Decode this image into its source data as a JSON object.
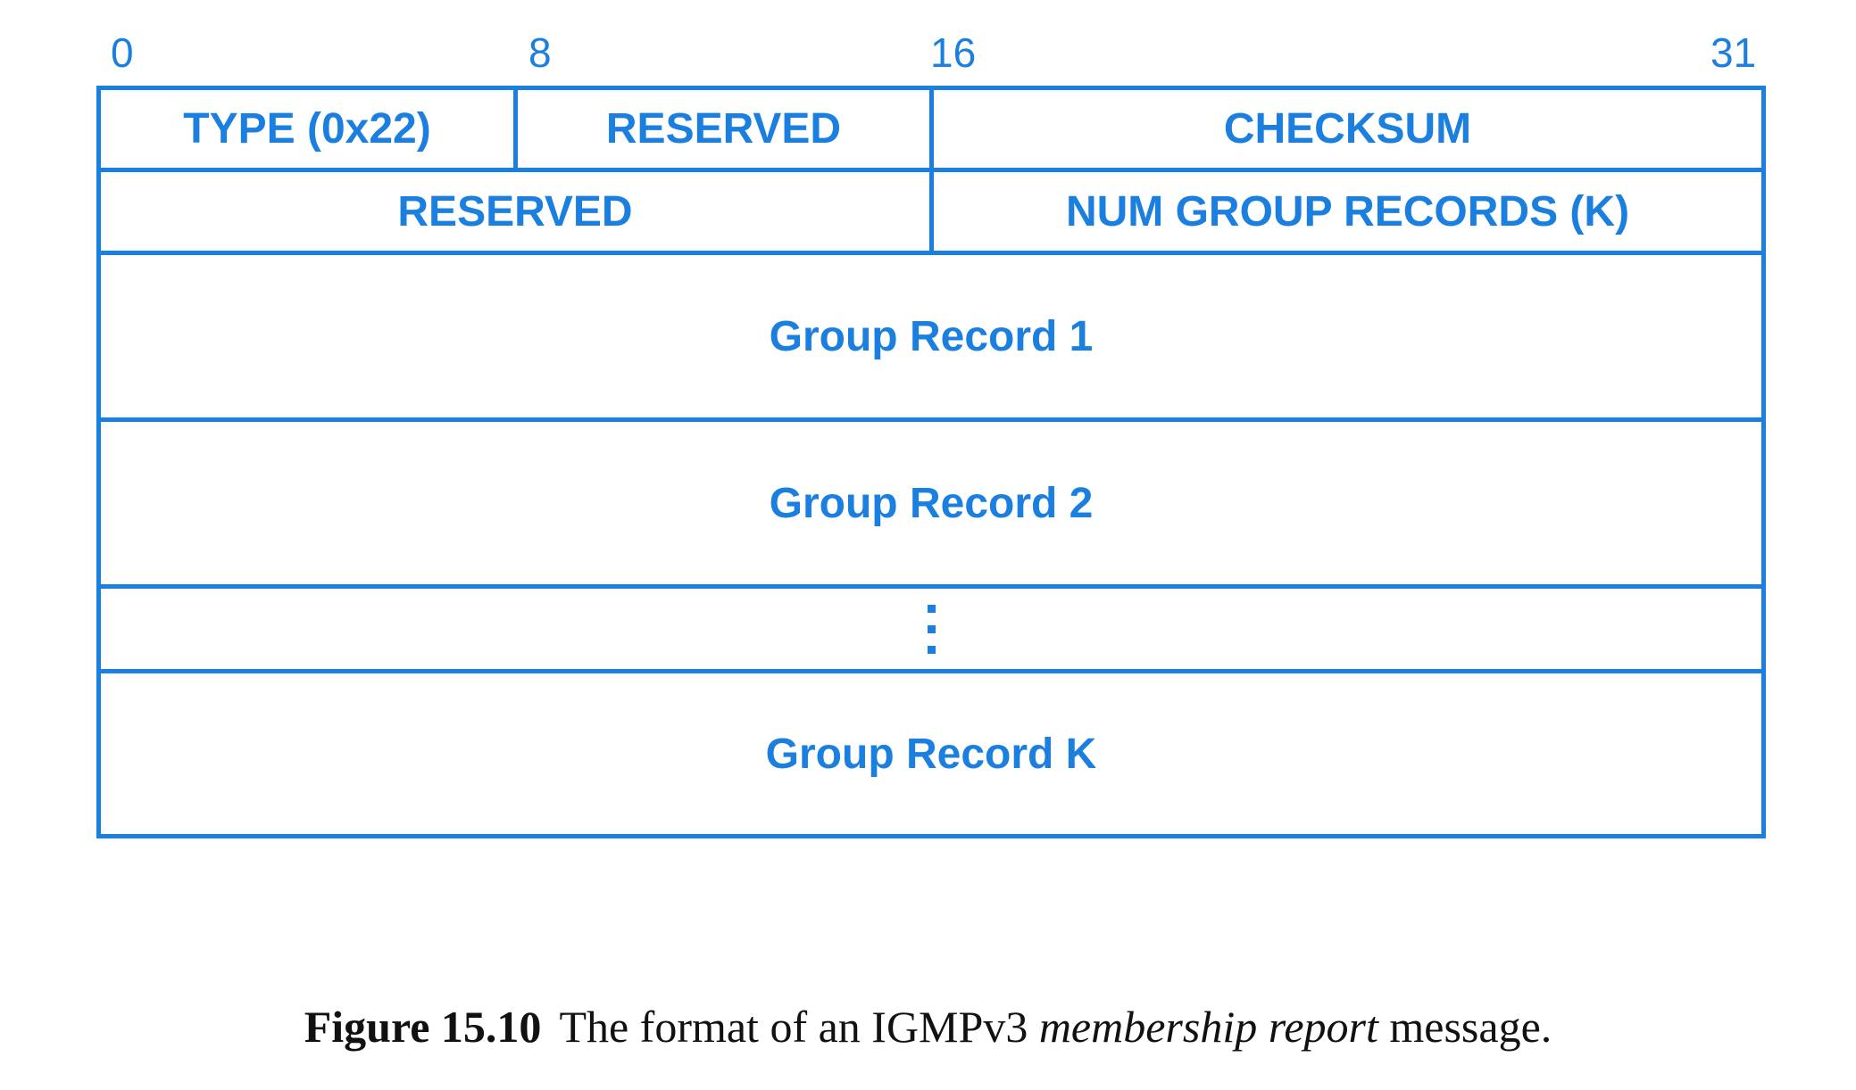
{
  "bit_markers": [
    "0",
    "8",
    "16",
    "31"
  ],
  "rows": {
    "row1": {
      "type": "TYPE (0x22)",
      "reserved": "RESERVED",
      "checksum": "CHECKSUM"
    },
    "row2": {
      "reserved": "RESERVED",
      "num_records": "NUM GROUP RECORDS (K)"
    },
    "group_record_1": "Group Record 1",
    "group_record_2": "Group Record 2",
    "group_record_k": "Group Record K"
  },
  "caption": {
    "figure_label": "Figure 15.10",
    "text_before": "The format of an IGMPv3 ",
    "text_emphasis": "membership report",
    "text_after": " message."
  },
  "colors": {
    "diagram": "#1b7fe0",
    "caption": "#111111"
  }
}
